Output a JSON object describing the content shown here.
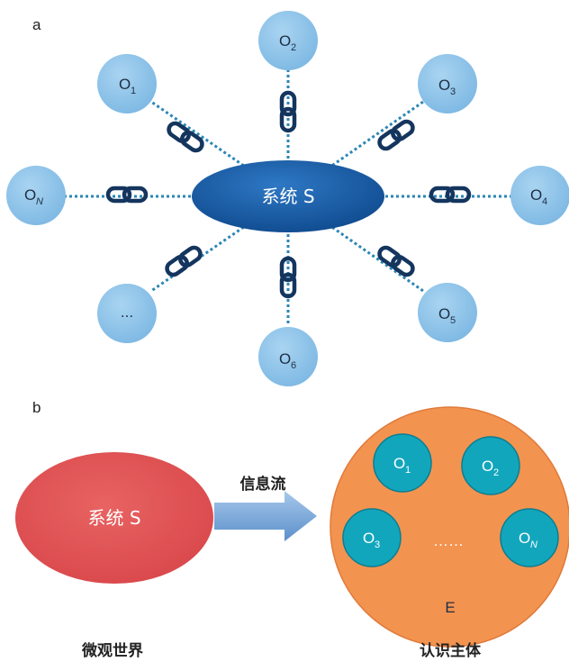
{
  "panel_a": {
    "label": "a",
    "center": {
      "label": "系统 S",
      "color": "#1f5ea8"
    },
    "nodes": [
      {
        "id": "o1",
        "main": "O",
        "sub": "1",
        "italic_sub": false
      },
      {
        "id": "o2",
        "main": "O",
        "sub": "2",
        "italic_sub": false
      },
      {
        "id": "o3",
        "main": "O",
        "sub": "3",
        "italic_sub": false
      },
      {
        "id": "o4",
        "main": "O",
        "sub": "4",
        "italic_sub": false
      },
      {
        "id": "o5",
        "main": "O",
        "sub": "5",
        "italic_sub": false
      },
      {
        "id": "o6",
        "main": "O",
        "sub": "6",
        "italic_sub": false
      },
      {
        "id": "ellipsis",
        "main": "...",
        "sub": "",
        "italic_sub": false
      },
      {
        "id": "oN",
        "main": "O",
        "sub": "N",
        "italic_sub": true
      }
    ],
    "node_color": "#8ec5ea",
    "link_icon": "chain-link-icon"
  },
  "panel_b": {
    "label": "b",
    "system": {
      "label": "系统 S",
      "color": "#e05251"
    },
    "arrow": {
      "label": "信息流",
      "color": "#6fa3d6"
    },
    "subject": {
      "label": "E",
      "color": "#f39350"
    },
    "inner_nodes": [
      {
        "id": "o1",
        "main": "O",
        "sub": "1",
        "italic_sub": false
      },
      {
        "id": "o2",
        "main": "O",
        "sub": "2",
        "italic_sub": false
      },
      {
        "id": "o3",
        "main": "O",
        "sub": "3",
        "italic_sub": false
      },
      {
        "id": "oN",
        "main": "O",
        "sub": "N",
        "italic_sub": true
      }
    ],
    "inner_ellipsis": "……",
    "inner_color": "#12a6bd",
    "captions": {
      "left": "微观世界",
      "right": "认识主体"
    }
  }
}
